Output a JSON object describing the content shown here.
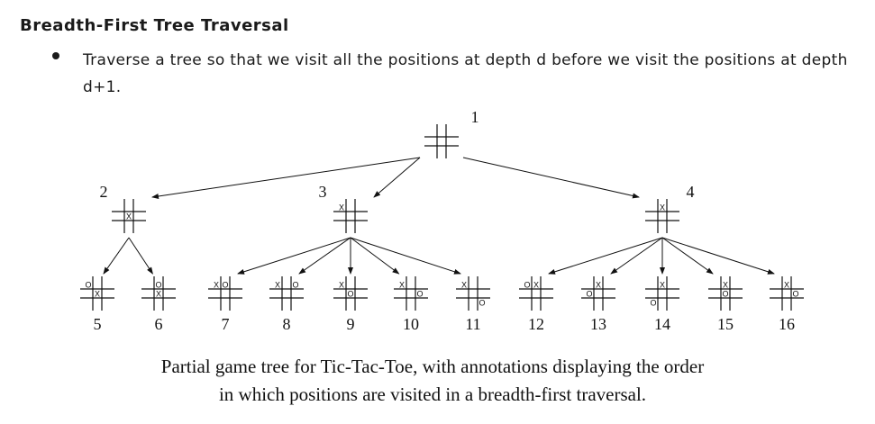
{
  "section": {
    "title": "Breadth-First Tree Traversal",
    "bullet": "Traverse a tree so that we visit all the positions at depth d before we visit the positions at depth d+1."
  },
  "tree": {
    "nodes": [
      {
        "id": 1,
        "label": "1",
        "parent": null,
        "cells": [
          "",
          "",
          "",
          "",
          "",
          "",
          "",
          "",
          ""
        ]
      },
      {
        "id": 2,
        "label": "2",
        "parent": 1,
        "cells": [
          "",
          "",
          "",
          "",
          "X",
          "",
          "",
          "",
          ""
        ]
      },
      {
        "id": 3,
        "label": "3",
        "parent": 1,
        "cells": [
          "X",
          "",
          "",
          "",
          "",
          "",
          "",
          "",
          ""
        ]
      },
      {
        "id": 4,
        "label": "4",
        "parent": 1,
        "cells": [
          "",
          "X",
          "",
          "",
          "",
          "",
          "",
          "",
          ""
        ]
      },
      {
        "id": 5,
        "label": "5",
        "parent": 2,
        "cells": [
          "O",
          "",
          "",
          "",
          "X",
          "",
          "",
          "",
          ""
        ]
      },
      {
        "id": 6,
        "label": "6",
        "parent": 2,
        "cells": [
          "",
          "O",
          "",
          "",
          "X",
          "",
          "",
          "",
          ""
        ]
      },
      {
        "id": 7,
        "label": "7",
        "parent": 3,
        "cells": [
          "X",
          "O",
          "",
          "",
          "",
          "",
          "",
          "",
          ""
        ]
      },
      {
        "id": 8,
        "label": "8",
        "parent": 3,
        "cells": [
          "X",
          "",
          "O",
          "",
          "",
          "",
          "",
          "",
          ""
        ]
      },
      {
        "id": 9,
        "label": "9",
        "parent": 3,
        "cells": [
          "X",
          "",
          "",
          "",
          "O",
          "",
          "",
          "",
          ""
        ]
      },
      {
        "id": 10,
        "label": "10",
        "parent": 3,
        "cells": [
          "X",
          "",
          "",
          "",
          "",
          "O",
          "",
          "",
          ""
        ]
      },
      {
        "id": 11,
        "label": "11",
        "parent": 3,
        "cells": [
          "X",
          "",
          "",
          "",
          "",
          "",
          "",
          "",
          "O"
        ]
      },
      {
        "id": 12,
        "label": "12",
        "parent": 4,
        "cells": [
          "O",
          "X",
          "",
          "",
          "",
          "",
          "",
          "",
          ""
        ]
      },
      {
        "id": 13,
        "label": "13",
        "parent": 4,
        "cells": [
          "",
          "X",
          "",
          "O",
          "",
          "",
          "",
          "",
          ""
        ]
      },
      {
        "id": 14,
        "label": "14",
        "parent": 4,
        "cells": [
          "",
          "X",
          "",
          "",
          "",
          "",
          "O",
          "",
          ""
        ]
      },
      {
        "id": 15,
        "label": "15",
        "parent": 4,
        "cells": [
          "",
          "X",
          "",
          "",
          "O",
          "",
          "",
          "",
          ""
        ]
      },
      {
        "id": 16,
        "label": "16",
        "parent": 4,
        "cells": [
          "",
          "X",
          "",
          "",
          "",
          "O",
          "",
          "",
          ""
        ]
      }
    ]
  },
  "caption": {
    "line1": "Partial game tree for Tic-Tac-Toe, with annotations displaying the order",
    "line2": "in which positions are visited in a breadth-first traversal."
  }
}
